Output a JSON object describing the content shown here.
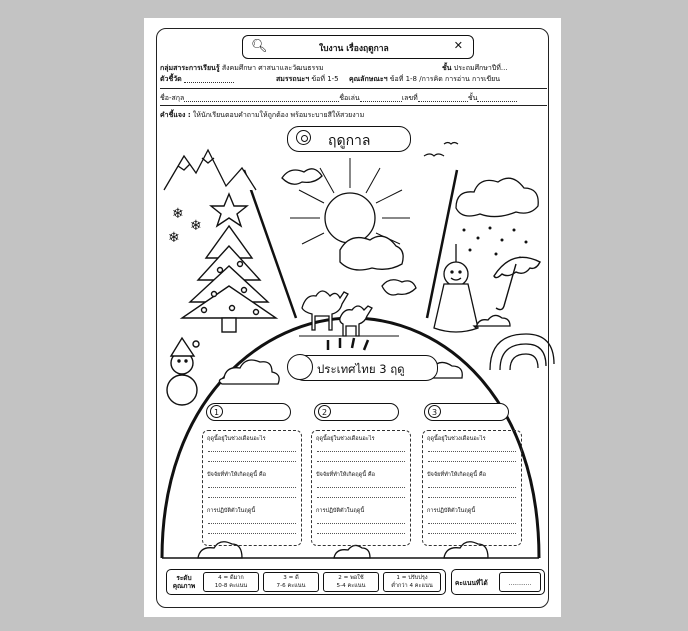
{
  "header": {
    "title": "ใบงาน เรื่องฤดูกาล",
    "search_icon": "search-icon",
    "close_icon": "close-icon",
    "subject_label": "กลุ่มสาระการเรียนรู้",
    "subject_value": "สังคมศึกษา ศาสนาและวัฒนธรรม",
    "grade_label": "ชั้น",
    "grade_value": "ประถมศึกษาปีที่...",
    "indicator_label": "ตัวชี้วัด",
    "competency_label": "สมรรถนะฯ",
    "competency_value": "ข้อที่ 1-5",
    "characteristic_label": "คุณลักษณะฯ",
    "characteristic_value": "ข้อที่ 1-8 /การคิด การอ่าน การเขียน"
  },
  "student": {
    "name_label": "ชื่อ-สกุล",
    "nickname_label": "ชื่อเล่น",
    "number_label": "เลขที่",
    "class_label": "ชั้น"
  },
  "instructions": {
    "label": "คำชี้แจง :",
    "text": "ให้นักเรียนตอบคำถามให้ถูกต้อง พร้อมระบายสีให้สวยงาม"
  },
  "worksheet": {
    "main_title": "ฤดูกาล",
    "subtitle": "ประเทศไทย 3 ฤดู",
    "seasons": [
      {
        "number": "1",
        "q1": "ฤดูนี้อยู่ในช่วงเดือนอะไร",
        "q2": "ปัจจัยที่ทำให้เกิดฤดูนี้ คือ",
        "q3": "การปฏิบัติตัวในฤดูนี้"
      },
      {
        "number": "2",
        "q1": "ฤดูนี้อยู่ในช่วงเดือนอะไร",
        "q2": "ปัจจัยที่ทำให้เกิดฤดูนี้ คือ",
        "q3": "การปฏิบัติตัวในฤดูนี้"
      },
      {
        "number": "3",
        "q1": "ฤดูนี้อยู่ในช่วงเดือนอะไร",
        "q2": "ปัจจัยที่ทำให้เกิดฤดูนี้ คือ",
        "q3": "การปฏิบัติตัวในฤดูนี้"
      }
    ]
  },
  "rubric": {
    "label_line1": "ระดับ",
    "label_line2": "คุณภาพ",
    "levels": [
      {
        "title": "4 = ดีมาก",
        "range": "10-8 คะแนน"
      },
      {
        "title": "3 = ดี",
        "range": "7-6 คะแนน"
      },
      {
        "title": "2 = พอใช้",
        "range": "5-4 คะแนน"
      },
      {
        "title": "1 = ปรับปรุง",
        "range": "ต่ำกว่า 4 คะแนน"
      }
    ],
    "score_label": "คะแนนที่ได้",
    "score_value": "............"
  }
}
